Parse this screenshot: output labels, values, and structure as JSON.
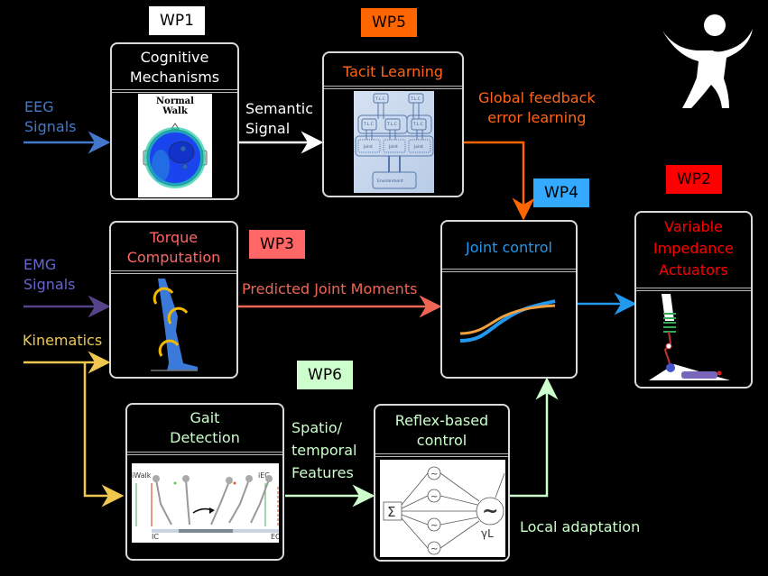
{
  "work_packages": {
    "wp1": {
      "label": "WP1",
      "color": "#ffffff"
    },
    "wp2": {
      "label": "WP2",
      "color": "#ff0000"
    },
    "wp3": {
      "label": "WP3",
      "color": "#ff6666"
    },
    "wp4": {
      "label": "WP4",
      "color": "#33aaff"
    },
    "wp5": {
      "label": "WP5",
      "color": "#ff6600"
    },
    "wp6": {
      "label": "WP6",
      "color": "#ccffcc"
    }
  },
  "blocks": {
    "cognitive": {
      "title_line1": "Cognitive",
      "title_line2": "Mechanisms",
      "color": "#ffffff",
      "image_caption_line1": "Normal",
      "image_caption_line2": "Walk"
    },
    "tacit": {
      "title": "Tacit Learning",
      "color": "#ff6619",
      "diagram": {
        "tlc": "T.L.C",
        "joint": "Joint",
        "environment": "Environment"
      }
    },
    "torque": {
      "title_line1": "Torque",
      "title_line2": "Computation",
      "color": "#ff6666"
    },
    "joint_control": {
      "title": "Joint control",
      "color": "#2299ee"
    },
    "actuators": {
      "title_line1": "Variable",
      "title_line2": "Impedance",
      "title_line3": "Actuators",
      "color": "#ff0000"
    },
    "gait": {
      "title_line1": "Gait",
      "title_line2": "Detection",
      "color": "#ccffcc",
      "image_labels": {
        "iwalk": "iWalk",
        "iec": "iEC",
        "ic": "IC",
        "ec": "EC"
      }
    },
    "reflex": {
      "title_line1": "Reflex-based",
      "title_line2": "control",
      "color": "#ccffcc",
      "diagram": {
        "sum": "Σ",
        "osc": "~",
        "gamma": "γL"
      }
    }
  },
  "signals": {
    "eeg": {
      "line1": "EEG",
      "line2": "Signals",
      "color": "#4477cc"
    },
    "emg": {
      "line1": "EMG",
      "line2": "Signals",
      "color": "#6666cc"
    },
    "kinematics": {
      "label": "Kinematics",
      "color": "#f0c850"
    },
    "semantic": {
      "line1": "Semantic",
      "line2": "Signal",
      "color": "#ffffff"
    },
    "global_feedback": {
      "line1": "Global feedback",
      "line2": "error learning",
      "color": "#ff6619"
    },
    "predicted_moments": {
      "label": "Predicted Joint Moments",
      "color": "#ee6655"
    },
    "spatio": {
      "line1": "Spatio/",
      "line2": "temporal",
      "line3": "Features",
      "color": "#ccffcc"
    },
    "local_adaptation": {
      "label": "Local adaptation",
      "color": "#ccffcc"
    },
    "output_color": "#2299ee"
  },
  "logo": {
    "name": "human-figure-logo"
  }
}
